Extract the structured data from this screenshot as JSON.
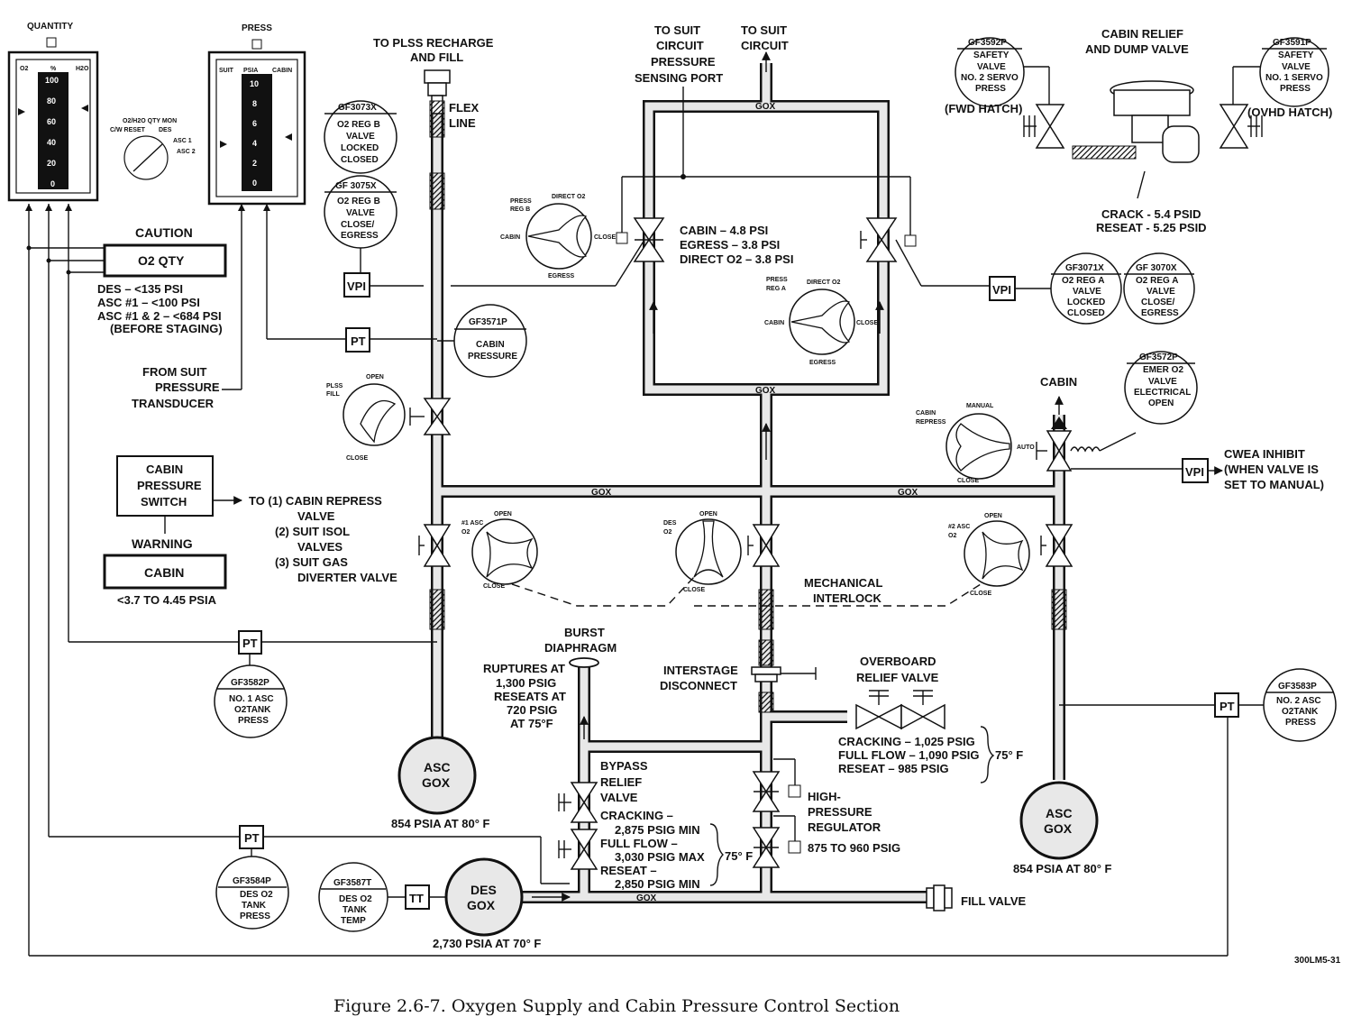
{
  "caption": "Figure 2.6-7.  Oxygen Supply and Cabin Pressure Control Section",
  "drawing_number": "300LM5-31",
  "quantity_meter": {
    "title": "QUANTITY",
    "scale_header_left": "O2",
    "scale_header_mid": "%",
    "scale_header_right": "H2O",
    "ticks": [
      "100",
      "80",
      "60",
      "40",
      "20",
      "0"
    ]
  },
  "press_meter": {
    "title": "PRESS",
    "scale_header_left": "SUIT",
    "scale_header_mid": "PSIA",
    "scale_header_right": "CABIN",
    "ticks": [
      "10",
      "8",
      "6",
      "4",
      "2",
      "0"
    ]
  },
  "qty_mon_switch": {
    "title": "O2/H2O QTY MON",
    "pos1": "C/W RESET",
    "pos2": "DES",
    "pos3": "ASC 1",
    "pos4": "ASC 2"
  },
  "caution": {
    "header": "CAUTION",
    "box": "O2 QTY",
    "line1": "DES –   <135 PSI",
    "line2": "ASC #1 –   <100 PSI",
    "line3": "ASC #1 & 2 –  <684 PSI",
    "line4": "(BEFORE STAGING)"
  },
  "from_suit_transducer": [
    "FROM SUIT",
    "PRESSURE",
    "TRANSDUCER"
  ],
  "cabin_pressure_switch": {
    "box": [
      "CABIN",
      "PRESSURE",
      "SWITCH"
    ],
    "to_label": "TO (1) CABIN REPRESS",
    "to_lines": [
      "VALVE",
      "(2) SUIT ISOL",
      "VALVES",
      "(3) SUIT GAS",
      "DIVERTER VALVE"
    ]
  },
  "warning": {
    "header": "WARNING",
    "box": "CABIN",
    "limit": "<3.7 TO 4.45 PSIA"
  },
  "plss": {
    "label": [
      "TO PLSS RECHARGE",
      "AND FILL"
    ],
    "flex_line": [
      "FLEX",
      "LINE"
    ],
    "valve_label": [
      "PLSS",
      "FILL"
    ],
    "open": "OPEN",
    "close": "CLOSE"
  },
  "gf3073x": [
    "GF3073X",
    "O2 REG B",
    "VALVE",
    "LOCKED",
    "CLOSED"
  ],
  "gf3075x": [
    "GF 3075X",
    "O2 REG B",
    "VALVE",
    "CLOSE/",
    "EGRESS"
  ],
  "gf3571p": [
    "GF3571P",
    "CABIN",
    "PRESSURE"
  ],
  "gf3582p": [
    "GF3582P",
    "NO. 1 ASC",
    "O2TANK",
    "PRESS"
  ],
  "gf3584p": [
    "GF3584P",
    "DES O2",
    "TANK",
    "PRESS"
  ],
  "gf3587t": [
    "GF3587T",
    "DES O2",
    "TANK",
    "TEMP"
  ],
  "gf3583p": [
    "GF3583P",
    "NO. 2 ASC",
    "O2TANK",
    "PRESS"
  ],
  "gf3071x": [
    "GF3071X",
    "O2 REG A",
    "VALVE",
    "LOCKED",
    "CLOSED"
  ],
  "gf3070x": [
    "GF 3070X",
    "O2 REG A",
    "VALVE",
    "CLOSE/",
    "EGRESS"
  ],
  "gf3572p": [
    "GF3572P",
    "EMER O2",
    "VALVE",
    "ELECTRICAL",
    "OPEN"
  ],
  "gf3592p": [
    "GF3592P",
    "SAFETY",
    "VALVE",
    "NO. 2 SERVO",
    "PRESS"
  ],
  "gf3591p": [
    "GF3591P",
    "SAFETY",
    "VALVE",
    "NO. 1 SERVO",
    "PRESS"
  ],
  "instrument_tags": {
    "vpi": "VPI",
    "pt": "PT",
    "tt": "TT"
  },
  "suit_circuit": {
    "sensing": [
      "TO SUIT",
      "CIRCUIT",
      "PRESSURE",
      "SENSING PORT"
    ],
    "circuit": [
      "TO SUIT",
      "CIRCUIT"
    ],
    "regulator_setpoints": [
      "CABIN – 4.8 PSI",
      "EGRESS – 3.8 PSI",
      "DIRECT O2 – 3.8 PSI"
    ]
  },
  "reg_b_knob": {
    "left": [
      "PRESS",
      "REG B"
    ],
    "top": "DIRECT O2",
    "cabin": "CABIN",
    "close": "CLOSE",
    "egress": "EGRESS"
  },
  "reg_a_knob": {
    "left": [
      "PRESS",
      "REG A"
    ],
    "top": "DIRECT O2",
    "cabin": "CABIN",
    "close": "CLOSE",
    "egress": "EGRESS"
  },
  "cabin_relief": {
    "title": [
      "CABIN RELIEF",
      "AND DUMP VALVE"
    ],
    "fwd_hatch": "(FWD HATCH)",
    "ovhd_hatch": "(OVHD HATCH)",
    "crack": "CRACK - 5.4 PSID",
    "reseat": "RESEAT - 5.25 PSID"
  },
  "cabin_repress": {
    "cabin_label": "CABIN",
    "knob_label": [
      "CABIN",
      "REPRESS"
    ],
    "manual": "MANUAL",
    "auto": "AUTO",
    "close": "CLOSE"
  },
  "cwea_inhibit": [
    "CWEA INHIBIT",
    "(WHEN VALVE IS",
    "SET TO MANUAL)"
  ],
  "gox": "GOX",
  "asc1_knob": {
    "label": [
      "#1 ASC",
      "O2"
    ],
    "open": "OPEN",
    "close": "CLOSE"
  },
  "des_knob": {
    "label": [
      "DES",
      "O2"
    ],
    "open": "OPEN",
    "close": "CLOSE"
  },
  "asc2_knob": {
    "label": [
      "#2 ASC",
      "O2"
    ],
    "open": "OPEN",
    "close": "CLOSE"
  },
  "mechanical_interlock": [
    "MECHANICAL",
    "INTERLOCK"
  ],
  "burst_diaphragm": {
    "title": [
      "BURST",
      "DIAPHRAGM"
    ],
    "notes": [
      "RUPTURES AT",
      "1,300 PSIG",
      "RESEATS AT",
      "720 PSIG",
      "AT 75°F"
    ]
  },
  "interstage": [
    "INTERSTAGE",
    "DISCONNECT"
  ],
  "overboard_relief": {
    "title": [
      "OVERBOARD",
      "RELIEF VALVE"
    ],
    "notes": [
      "CRACKING – 1,025 PSIG",
      "FULL FLOW – 1,090 PSIG",
      "RESEAT – 985 PSIG"
    ],
    "temp": "75° F"
  },
  "bypass_relief": {
    "title": [
      "BYPASS",
      "RELIEF",
      "VALVE"
    ],
    "notes": [
      "CRACKING –",
      "2,875 PSIG  MIN",
      "FULL FLOW –",
      "3,030 PSIG MAX",
      "RESEAT –",
      "2,850 PSIG MIN"
    ],
    "temp": "75° F"
  },
  "high_pressure_regulator": {
    "title": [
      "HIGH-",
      "PRESSURE",
      "REGULATOR"
    ],
    "range": "875 TO 960 PSIG"
  },
  "fill_valve": "FILL VALVE",
  "asc_tank_1": {
    "name": [
      "ASC",
      "GOX"
    ],
    "rating": "854 PSIA AT 80° F"
  },
  "asc_tank_2": {
    "name": [
      "ASC",
      "GOX"
    ],
    "rating": "854 PSIA AT 80° F"
  },
  "des_tank": {
    "name": [
      "DES",
      "GOX"
    ],
    "rating": "2,730 PSIA AT 70° F"
  },
  "colors": {
    "ink": "#111111",
    "pipe_fill": "#e8e8e8",
    "paper": "#ffffff"
  }
}
